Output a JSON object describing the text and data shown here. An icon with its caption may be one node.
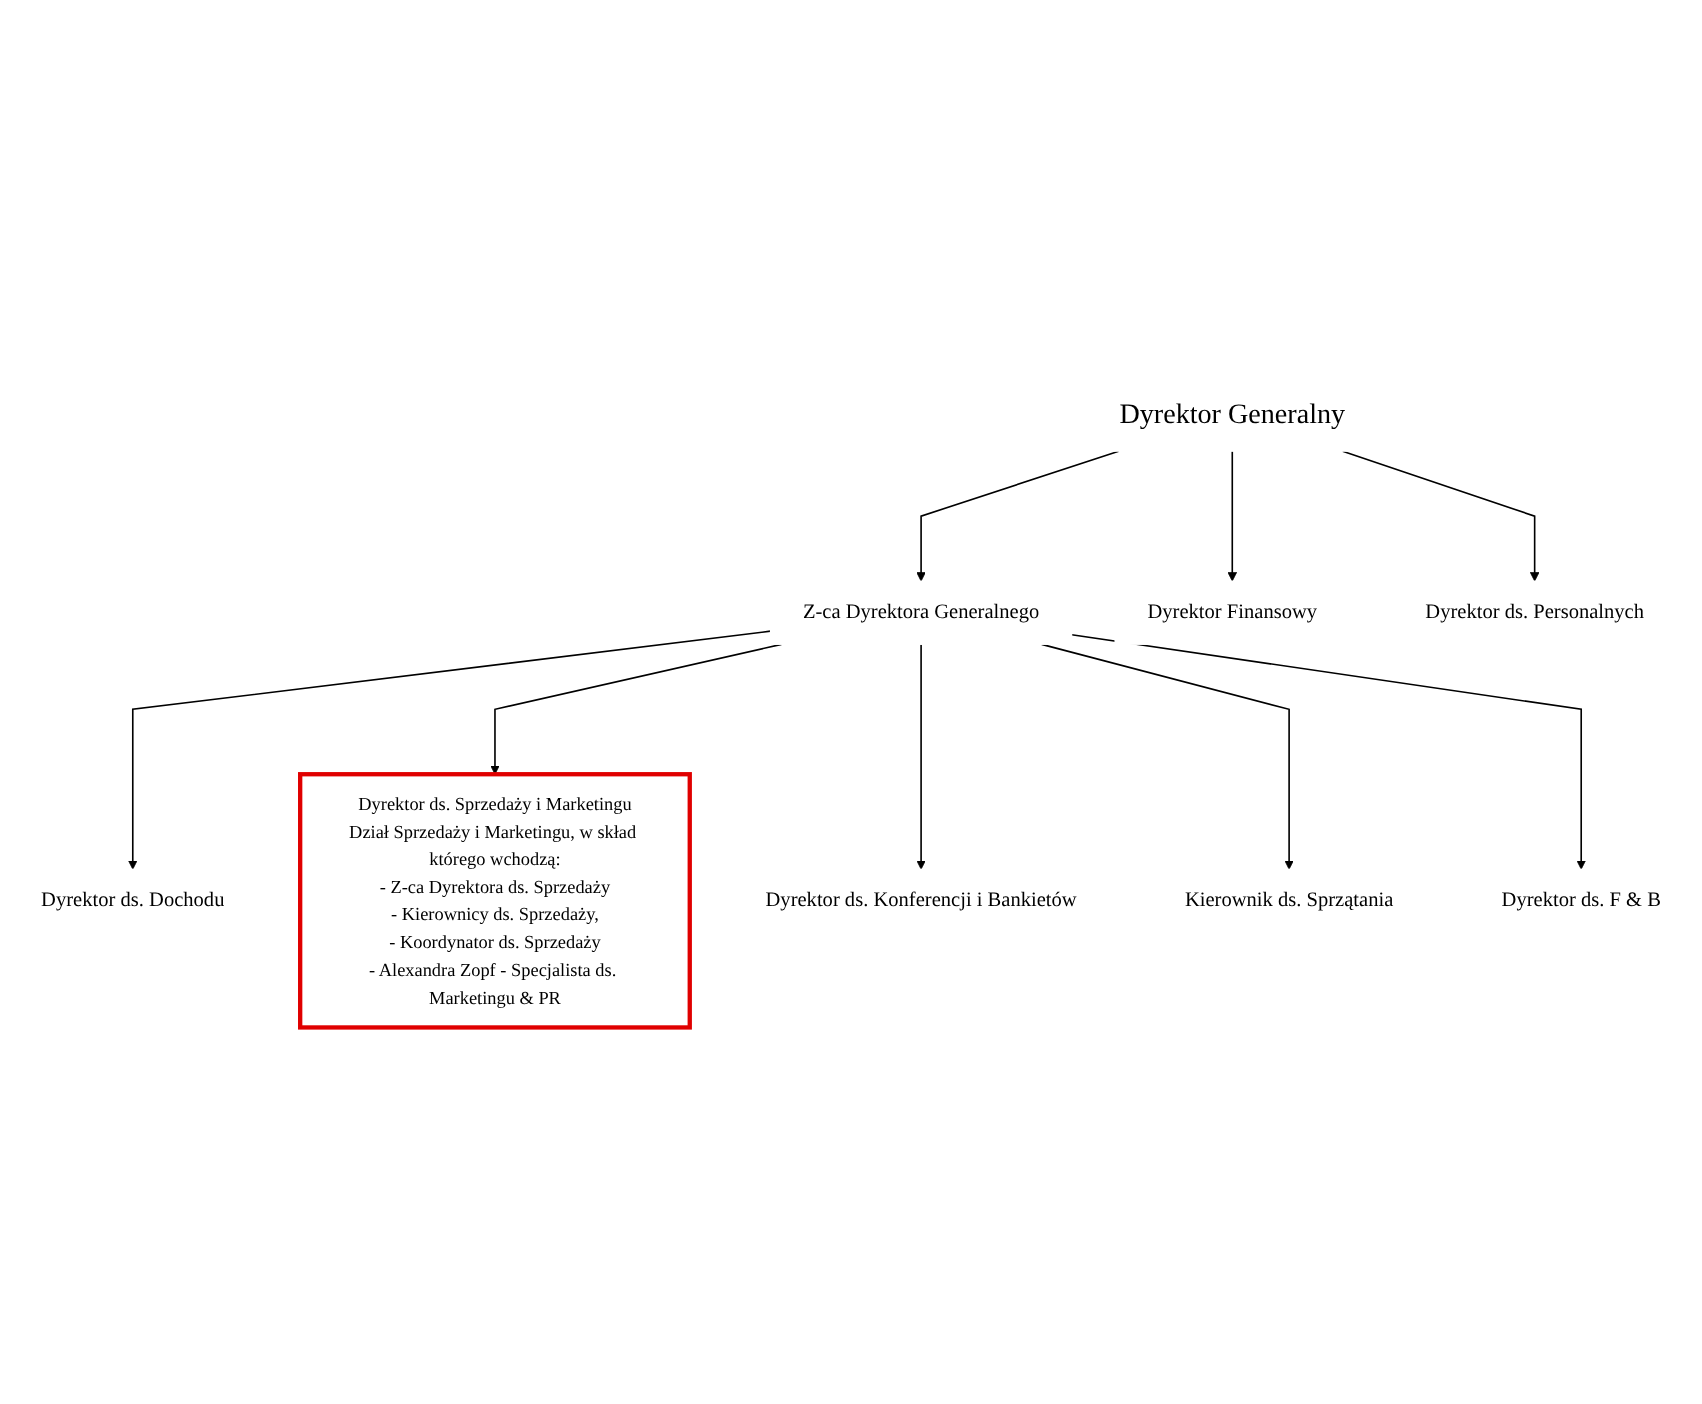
{
  "diagram": {
    "nodes": [
      {
        "text": [
          "Dyrektor Generalny"
        ]
      },
      {
        "text": [
          "Z-ca Dyrektora Generalnego"
        ]
      },
      {
        "text": [
          "Dyrektor Finansowy"
        ]
      },
      {
        "text": [
          "Dyrektor ds. Personalnych"
        ]
      },
      {
        "text": [
          "Dyrektor ds. Dochodu"
        ]
      },
      {
        "text": [
          "Dyrektor ds. Konferencji i Bankietów"
        ]
      },
      {
        "text": [
          "Kierownik ds. Sprzątania"
        ]
      },
      {
        "text": [
          "Dyrektor ds. Sprzedaży i Marketingu",
          "Dział Sprzedaży i Marketingu, w skład którego wchodzą:",
          "- Z-ca Dyrektora ds. Sprzedaży",
          "- Kierownicy ds. Sprzedaży,",
          "- Koordynator ds. Sprzedaży",
          "- Alexandra Zopf - Specjalista ds. Marketingu & PR"
        ]
      },
      {
        "text": [
          "Dyrektor ds. F & B"
        ]
      }
    ],
    "edges": [
      {
        "from": 0,
        "to": 1,
        "arrow": "to"
      },
      {
        "from": 0,
        "to": 2,
        "arrow": "to"
      },
      {
        "from": 0,
        "to": 3,
        "arrow": "to"
      },
      {
        "from": 1,
        "to": 4,
        "arrow": "to"
      },
      {
        "from": 1,
        "to": 7,
        "arrow": "to"
      },
      {
        "from": 1,
        "to": 5,
        "arrow": "to"
      },
      {
        "from": 1,
        "to": 6,
        "arrow": "to"
      },
      {
        "from": 1,
        "to": 8,
        "arrow": "to"
      }
    ]
  }
}
